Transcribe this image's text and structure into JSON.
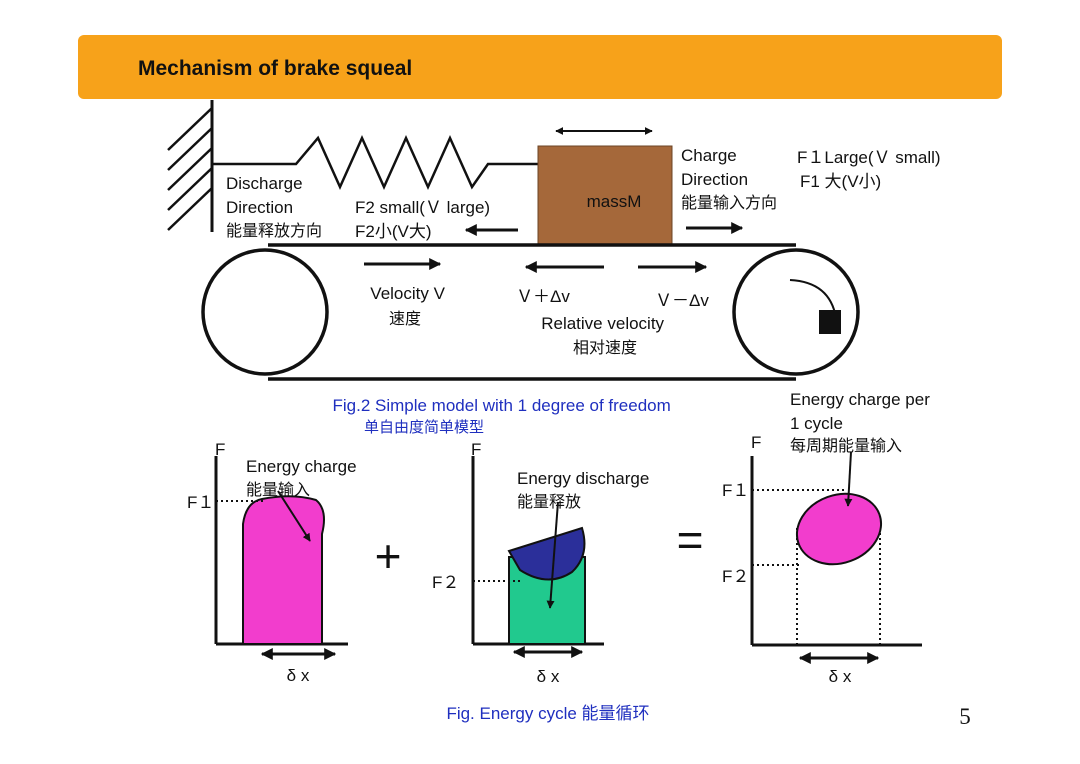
{
  "slide": {
    "title": "Mechanism of brake squeal",
    "page_number": "5",
    "colors": {
      "banner": "#f7a21a",
      "mass": "#a5683a",
      "energy_charge_fill": "#f23dcd",
      "energy_discharge_fill": "#21c98e",
      "discharge_cap": "#2b2f9a",
      "caption": "#1f2fbf"
    }
  },
  "fig2": {
    "mass_label": "massM",
    "charge_direction": [
      "Charge",
      "Direction",
      "能量输入方向"
    ],
    "discharge_direction": [
      "Discharge",
      "Direction",
      "能量释放方向"
    ],
    "f1_label": [
      "F１Large(Ｖ small)",
      "F1 大(V小)"
    ],
    "f2_label": [
      "F2 small(Ｖ large)",
      "F2小(V大)"
    ],
    "velocity_label": [
      "Velocity V",
      "速度"
    ],
    "v_plus": "Ｖ＋Δv",
    "v_minus": "Ｖ－Δv",
    "relative_velocity": [
      "Relative velocity",
      "相对速度"
    ],
    "caption": [
      "Fig.2 Simple model with 1 degree of freedom",
      "单自由度简单模型"
    ]
  },
  "energy_cycle": {
    "chart1": {
      "y_axis": "F",
      "level_label": "F１",
      "annotation": [
        "Energy charge",
        "能量输入"
      ],
      "x_label": "δ x"
    },
    "chart2": {
      "y_axis": "F",
      "level_label": "F２",
      "annotation": [
        "Energy discharge",
        "能量释放"
      ],
      "x_label": "δ x"
    },
    "chart3": {
      "y_axis": "F",
      "level_labels": [
        "F１",
        "F２"
      ],
      "annotation": [
        "Energy charge per",
        "1 cycle",
        "每周期能量输入"
      ],
      "x_label": "δ x"
    },
    "plus_sign": "+",
    "equals_sign": "=",
    "caption": "Fig. Energy cycle 能量循环"
  }
}
